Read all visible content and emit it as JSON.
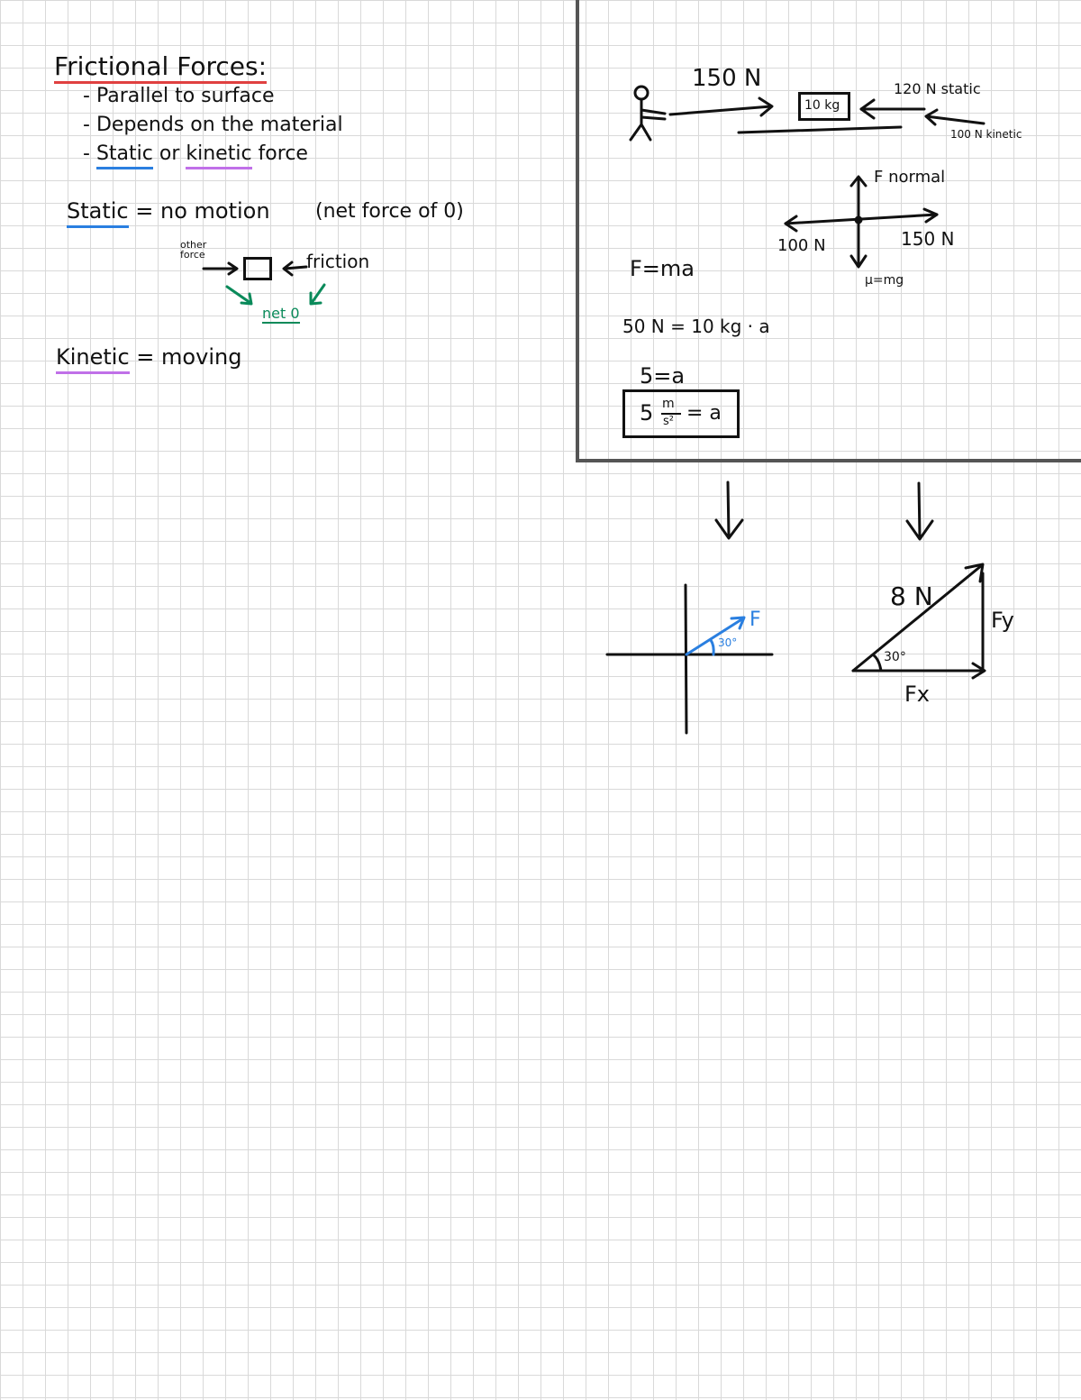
{
  "notes": {
    "title": "Frictional Forces:",
    "bullets": [
      {
        "dash": "-",
        "text": "Parallel to surface"
      },
      {
        "dash": "-",
        "text": "Depends on the material"
      },
      {
        "dash": "-",
        "static_word": "Static",
        "or_word": "or",
        "kinetic_word": "kinetic",
        "force_word": "force"
      }
    ],
    "static_def": {
      "term": "Static",
      "equals": "=",
      "meaning": "no motion",
      "note": "(net force of 0)"
    },
    "static_diagram": {
      "other_force": "other force",
      "friction": "friction",
      "net": "net 0"
    },
    "kinetic_def": {
      "term": "Kinetic",
      "equals": "=",
      "meaning": "moving"
    }
  },
  "problem": {
    "applied_force": "150 N",
    "mass_box": "10 kg",
    "static_friction": "120 N static",
    "kinetic_friction": "100 N kinetic",
    "fbd": {
      "normal": "F normal",
      "left": "100 N",
      "right": "150 N",
      "down": "μ=mg"
    },
    "equation": "F=ma",
    "substitution": "50 N = 10 kg · a",
    "step": "5=a",
    "answer_value": "5",
    "answer_unit_top": "m",
    "answer_unit_bottom": "s²",
    "answer_rest": "= a"
  },
  "vectors": {
    "axes_label": "F",
    "axes_angle": "30°",
    "triangle_hyp": "8 N",
    "triangle_angle": "30°",
    "triangle_y": "Fy",
    "triangle_x": "Fx"
  },
  "colors": {
    "red": "#e04040",
    "blue": "#2a7fe0",
    "purple": "#c070e8",
    "green": "#0a8a5a",
    "ink": "#111111"
  }
}
